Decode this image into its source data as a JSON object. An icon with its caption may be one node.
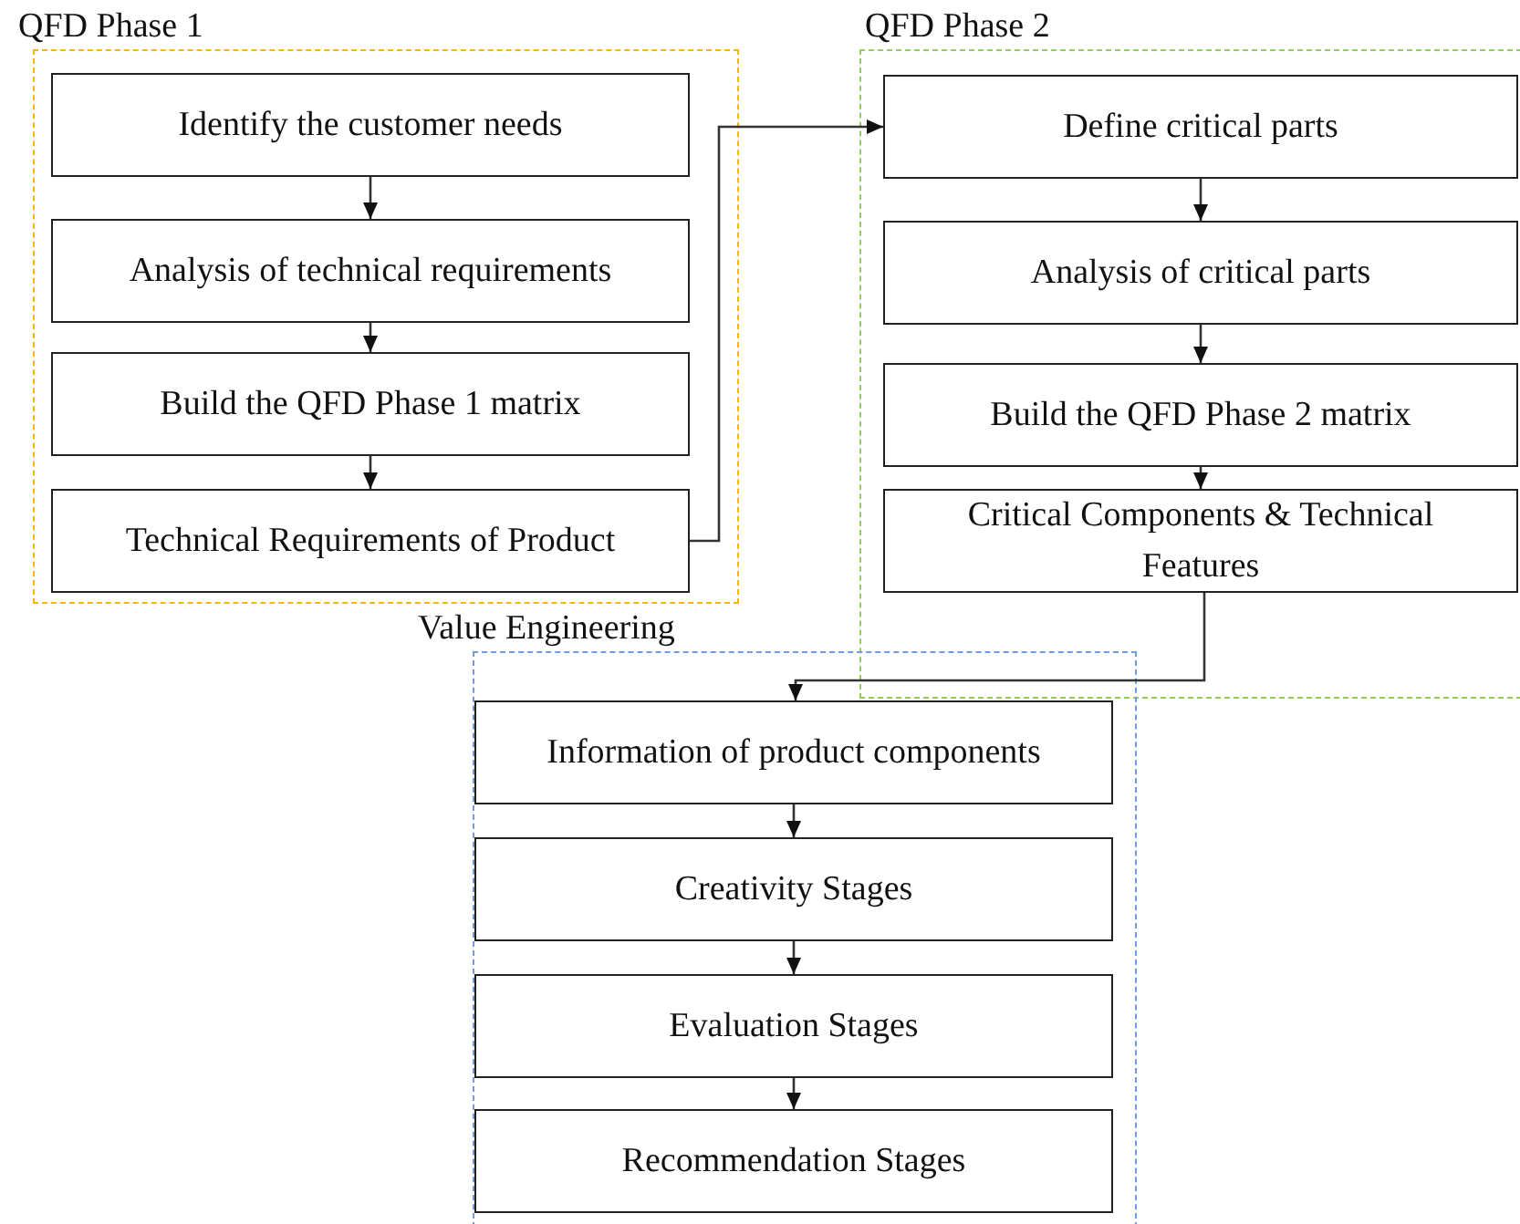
{
  "diagram": {
    "nodes": [
      {
        "text": [
          "QFD Phase 1"
        ]
      },
      {
        "text": [
          "Identify the customer needs"
        ],
        "in": 0
      },
      {
        "text": [
          "Analysis of technical requirements"
        ],
        "in": 0
      },
      {
        "text": [
          "Build the QFD Phase 1 matrix"
        ],
        "in": 0
      },
      {
        "text": [
          "Technical Requirements of Product"
        ],
        "in": 0
      },
      {
        "text": [
          "QFD Phase 2"
        ]
      },
      {
        "text": [
          "Define critical parts"
        ],
        "in": 5
      },
      {
        "text": [
          "Analysis of critical parts"
        ],
        "in": 5
      },
      {
        "text": [
          "Build the QFD Phase 2 matrix"
        ],
        "in": 5
      },
      {
        "text": [
          "Critical Components & Technical Features"
        ],
        "in": 5
      },
      {
        "text": [
          "Value Engineering"
        ]
      },
      {
        "text": [
          "Information of product components"
        ],
        "in": 10
      },
      {
        "text": [
          "Creativity Stages"
        ],
        "in": 10
      },
      {
        "text": [
          "Evaluation Stages"
        ],
        "in": 10
      },
      {
        "text": [
          "Recommendation Stages"
        ],
        "in": 10
      }
    ],
    "edges": [
      {
        "from": 1,
        "to": 2,
        "arrow": "to"
      },
      {
        "from": 2,
        "to": 3,
        "arrow": "to"
      },
      {
        "from": 3,
        "to": 4,
        "arrow": "to"
      },
      {
        "from": 4,
        "to": 6,
        "arrow": "to"
      },
      {
        "from": 6,
        "to": 7,
        "arrow": "to"
      },
      {
        "from": 7,
        "to": 8,
        "arrow": "to"
      },
      {
        "from": 8,
        "to": 9,
        "arrow": "to"
      },
      {
        "from": 9,
        "to": 11,
        "arrow": "to"
      },
      {
        "from": 11,
        "to": 12,
        "arrow": "to"
      },
      {
        "from": 12,
        "to": 13,
        "arrow": "to"
      },
      {
        "from": 13,
        "to": 14,
        "arrow": "to"
      }
    ]
  }
}
